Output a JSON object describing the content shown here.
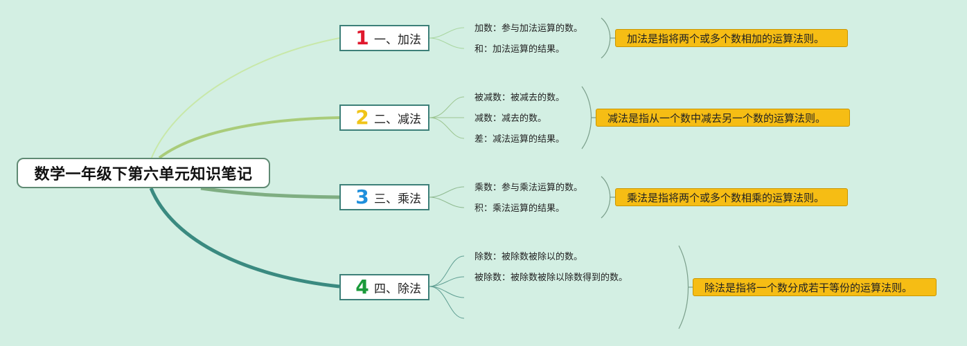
{
  "root": {
    "title": "数学一年级下第六单元知识笔记"
  },
  "branches": [
    {
      "number": "1",
      "number_color": "#e0182d",
      "label": "一、加法",
      "items": [
        "加数：参与加法运算的数。",
        "和：加法运算的结果。"
      ],
      "summary": "加法是指将两个或多个数相加的运算法则。"
    },
    {
      "number": "2",
      "number_color": "#f0c419",
      "label": "二、减法",
      "items": [
        "被减数：被减去的数。",
        "减数：减去的数。",
        "差：减法运算的结果。"
      ],
      "summary": "减法是指从一个数中减去另一个数的运算法则。"
    },
    {
      "number": "3",
      "number_color": "#1f8fdc",
      "label": "三、乘法",
      "items": [
        "乘数：参与乘法运算的数。",
        "积：乘法运算的结果。"
      ],
      "summary": "乘法是指将两个或多个数相乘的运算法则。"
    },
    {
      "number": "4",
      "number_color": "#1a9a3a",
      "label": "四、除法",
      "items": [
        "除数：被除数被除以的数。",
        "被除数：被除数被除以除数得到的数。",
        "",
        ""
      ],
      "summary": "除法是指将一个数分成若干等份的运算法则。"
    }
  ],
  "colors": {
    "background": "#d3efe3",
    "branch_1_line": "#c8e8a8",
    "branch_2_line": "#a9cc7a",
    "branch_3_line": "#7fae82",
    "branch_4_line": "#3a8a80",
    "summary_fill": "#f6bd14"
  }
}
